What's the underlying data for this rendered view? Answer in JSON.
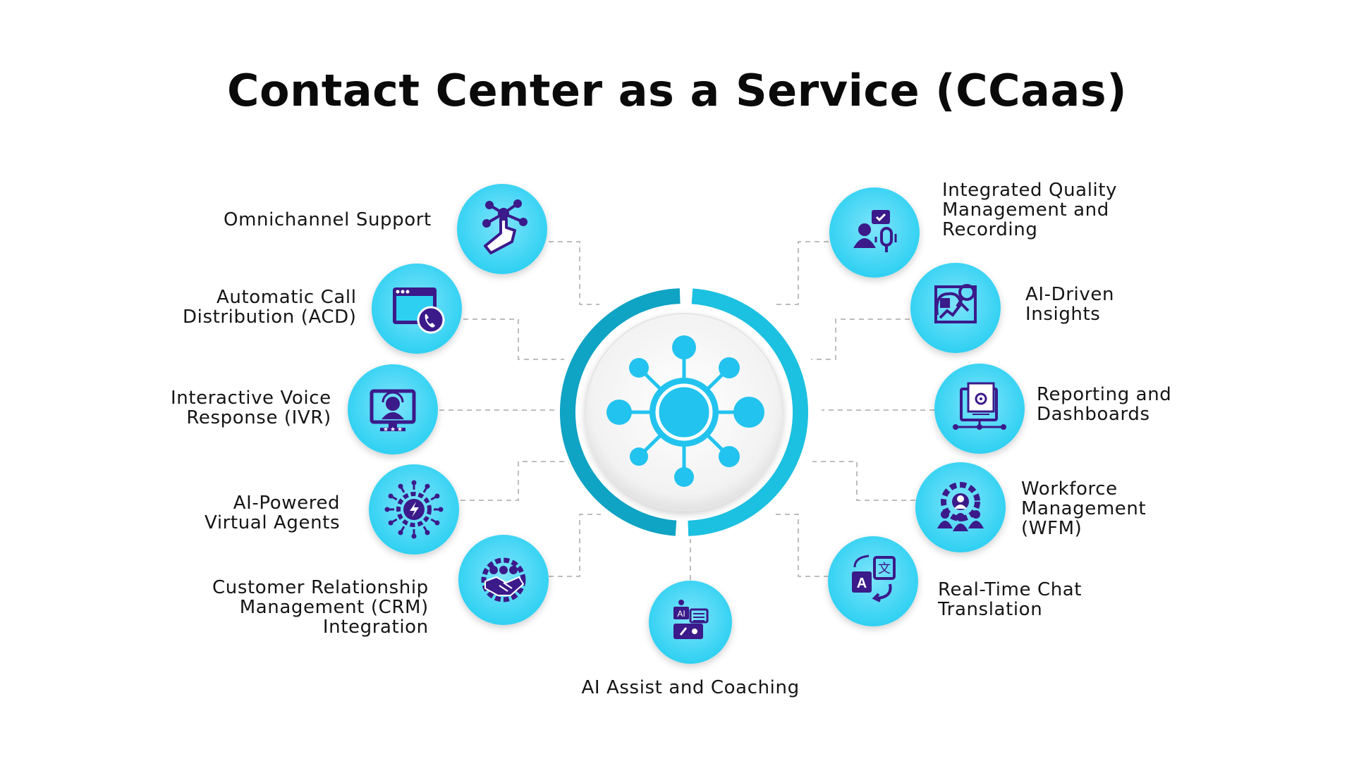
{
  "title": "Contact Center as a Service (CCaas)",
  "colors": {
    "ring_dark": "#0fa3c4",
    "ring_light": "#1cc0e0",
    "node_fill": "#2ed0f2",
    "icon_color": "#3b1a8a",
    "connector": "#bdbdbd",
    "hub_color": "#22c3ee"
  },
  "features": [
    {
      "id": "omnichannel",
      "icon": "network-touch-icon",
      "lines": [
        "Omnichannel Support"
      ]
    },
    {
      "id": "acd",
      "icon": "browser-phone-icon",
      "lines": [
        "Automatic Call",
        "Distribution (ACD)"
      ]
    },
    {
      "id": "ivr",
      "icon": "agent-headset-icon",
      "lines": [
        "Interactive Voice",
        "Response (IVR)"
      ]
    },
    {
      "id": "virtual-agents",
      "icon": "ai-chip-gear-icon",
      "lines": [
        "AI-Powered",
        "Virtual Agents"
      ]
    },
    {
      "id": "crm",
      "icon": "handshake-gear-icon",
      "lines": [
        "Customer Relationship",
        "Management (CRM)",
        "Integration"
      ]
    },
    {
      "id": "ai-assist",
      "icon": "ai-robot-chat-icon",
      "lines": [
        "AI Assist and Coaching"
      ]
    },
    {
      "id": "quality",
      "icon": "agent-recording-icon",
      "lines": [
        "Integrated Quality",
        "Management and",
        "Recording"
      ]
    },
    {
      "id": "insights",
      "icon": "brain-analytics-icon",
      "lines": [
        "AI-Driven",
        "Insights"
      ]
    },
    {
      "id": "reporting",
      "icon": "dashboard-report-icon",
      "lines": [
        "Reporting and",
        "Dashboards"
      ]
    },
    {
      "id": "wfm",
      "icon": "team-gear-icon",
      "lines": [
        "Workforce",
        "Management",
        "(WFM)"
      ]
    },
    {
      "id": "translation",
      "icon": "translate-icon",
      "lines": [
        "Real-Time Chat",
        "Translation"
      ]
    }
  ]
}
